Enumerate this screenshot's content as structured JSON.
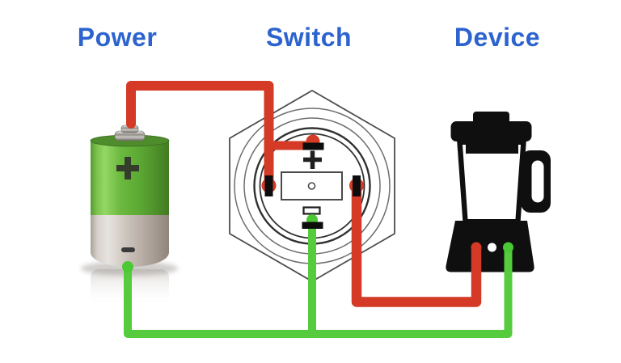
{
  "title_labels": {
    "power": "Power",
    "switch": "Switch",
    "device": "Device"
  },
  "colors": {
    "label_blue": "#2c63cf",
    "positive_wire_red": "#d43a25",
    "negative_wire_green": "#55cb3d",
    "battery_green": "#67b23d",
    "battery_silver": "#c2bab2",
    "device_black": "#0f0f0f",
    "switch_line_gray": "#4d4d4d"
  },
  "components": {
    "battery": {
      "label": "Power",
      "kind": "battery cell",
      "positive_symbol": "+",
      "negative_symbol": "−"
    },
    "switch": {
      "label": "Switch",
      "kind": "push-button switch (rear view, hex bezel)",
      "positive_symbol": "+",
      "negative_symbol": "−",
      "terminals": [
        "top",
        "left",
        "right",
        "bottom"
      ]
    },
    "device": {
      "label": "Device",
      "kind": "blender",
      "inputs": [
        "red",
        "green"
      ]
    }
  },
  "connections": [
    {
      "wire": "red",
      "from": "battery positive terminal",
      "to": "switch top (+) terminal and switch left terminal"
    },
    {
      "wire": "red",
      "from": "switch right terminal",
      "to": "device red input"
    },
    {
      "wire": "green",
      "from": "switch bottom (−) terminal",
      "to": "green return bus"
    },
    {
      "wire": "green",
      "from": "battery negative terminal",
      "to": "device green input"
    }
  ]
}
